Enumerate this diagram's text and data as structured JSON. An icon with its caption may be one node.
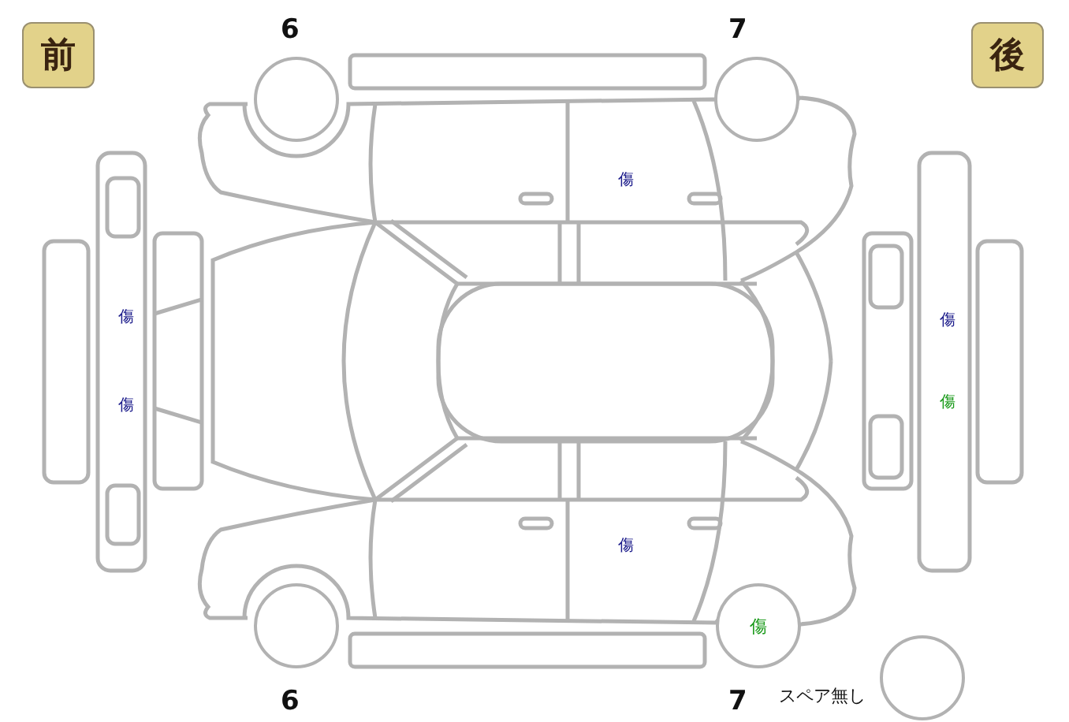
{
  "diagram": {
    "nodes": [
      {
        "text": [
          "前"
        ]
      },
      {
        "text": [],
        "shape": "circle",
        "beside": [
          "6"
        ]
      },
      {
        "text": [],
        "shape": "circle",
        "beside": [
          "7"
        ]
      },
      {
        "text": [
          "後"
        ]
      },
      {
        "text": [],
        "shape": "circle",
        "beside": [
          "6"
        ]
      },
      {
        "text": [
          "傷"
        ],
        "beside": [
          "7"
        ]
      },
      {
        "text": [],
        "shape": "circle",
        "beside": [
          "スペア無し"
        ]
      }
    ],
    "labels": [
      "傷",
      "傷",
      "傷",
      "傷",
      "傷",
      "傷"
    ]
  }
}
